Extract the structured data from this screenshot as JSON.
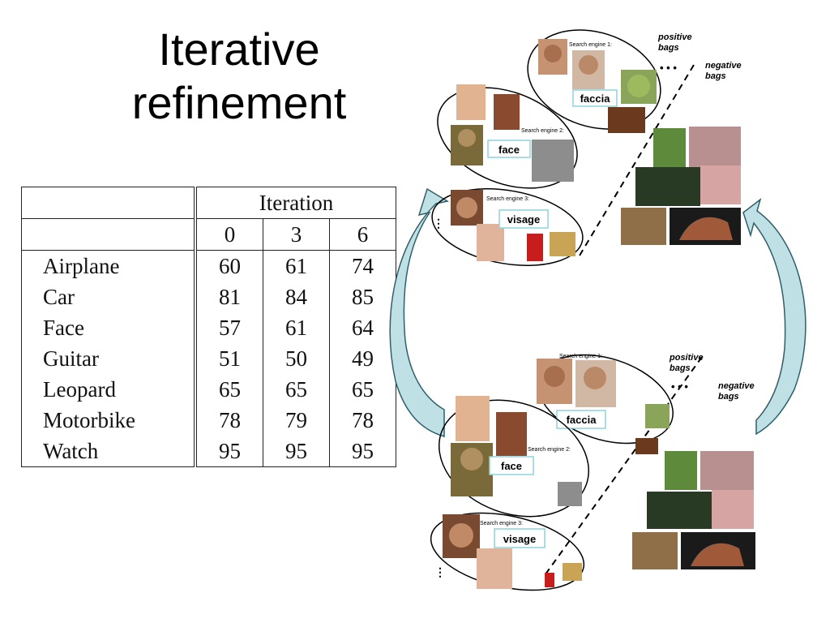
{
  "slide": {
    "title_line1": "Iterative",
    "title_line2": "refinement"
  },
  "table": {
    "header_group": "Iteration",
    "iterations": [
      "0",
      "3",
      "6"
    ],
    "rows": [
      {
        "label": "Airplane",
        "values": [
          "60",
          "61",
          "74"
        ]
      },
      {
        "label": "Car",
        "values": [
          "81",
          "84",
          "85"
        ]
      },
      {
        "label": "Face",
        "values": [
          "57",
          "61",
          "64"
        ]
      },
      {
        "label": "Guitar",
        "values": [
          "51",
          "50",
          "49"
        ]
      },
      {
        "label": "Leopard",
        "values": [
          "65",
          "65",
          "65"
        ]
      },
      {
        "label": "Motorbike",
        "values": [
          "78",
          "79",
          "78"
        ]
      },
      {
        "label": "Watch",
        "values": [
          "95",
          "95",
          "95"
        ]
      }
    ]
  },
  "diagram_top": {
    "positive_label_1": "positive",
    "positive_label_2": "bags",
    "negative_label_1": "negative",
    "negative_label_2": "bags",
    "ellipsis": "• • •",
    "engine1": "Search engine 1:",
    "engine2": "Search engine 2:",
    "engine3": "Search engine 3:",
    "query1": "faccia",
    "query2": "face",
    "query3": "visage"
  },
  "diagram_bottom": {
    "positive_label_1": "positive",
    "positive_label_2": "bags",
    "negative_label_1": "negative",
    "negative_label_2": "bags",
    "ellipsis": "• • •",
    "engine1": "Search engine 1:",
    "engine2": "Search engine 2:",
    "engine3": "Search engine 3:",
    "query1": "faccia",
    "query2": "face",
    "query3": "visage"
  },
  "colors": {
    "arrow_fill": "#bfe1e6",
    "arrow_stroke": "#2f5f6a",
    "query_box_border": "#8fd3dc"
  }
}
